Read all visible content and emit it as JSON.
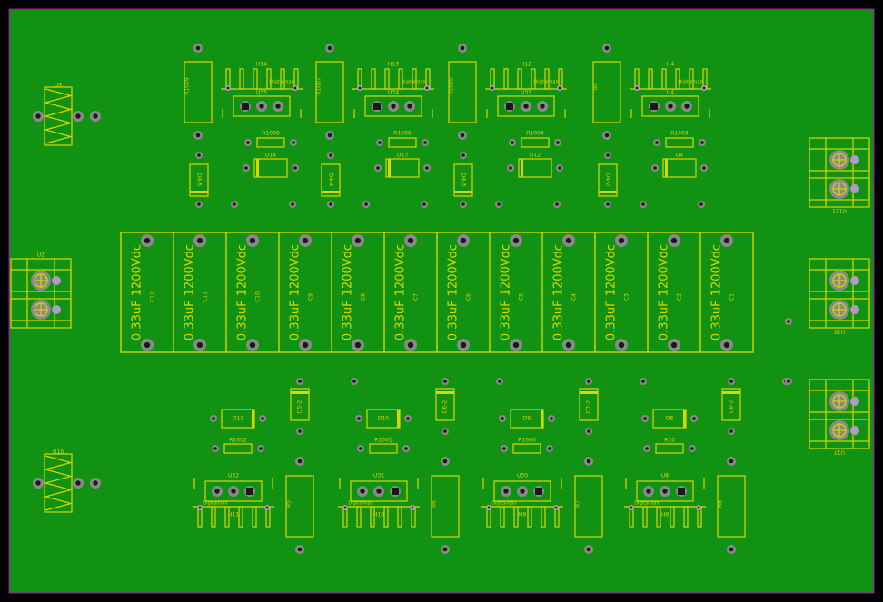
{
  "colors": {
    "board": "#129212",
    "silk": "#d8d800",
    "background": "#000000",
    "outline": "#c000c0"
  },
  "capacitors": [
    {
      "ref": "C12",
      "value": "0.33uF 1200Vdc"
    },
    {
      "ref": "C11",
      "value": "0.33uF 1200Vdc"
    },
    {
      "ref": "C10",
      "value": "0.33uF 1200Vdc"
    },
    {
      "ref": "C9",
      "value": "0.33uF 1200Vdc"
    },
    {
      "ref": "C8",
      "value": "0.33uF 1200Vdc"
    },
    {
      "ref": "C7",
      "value": "0.33uF 1200Vdc"
    },
    {
      "ref": "C6",
      "value": "0.33uF 1200Vdc"
    },
    {
      "ref": "C5",
      "value": "0.33uF 1200Vdc"
    },
    {
      "ref": "C4",
      "value": "0.33uF 1200Vdc"
    },
    {
      "ref": "C3",
      "value": "0.33uF 1200Vdc"
    },
    {
      "ref": "C2",
      "value": "0.33uF 1200Vdc"
    },
    {
      "ref": "C1",
      "value": "0.33uF 1200Vdc"
    }
  ],
  "top_groups": [
    {
      "heatsink": "H14",
      "transistor": "U35",
      "resistor_big": "R1009",
      "resistor_small": "R1008",
      "diode": "D14",
      "zener": "D4-5",
      "brand": "Digitalman"
    },
    {
      "heatsink": "H13",
      "transistor": "U34",
      "resistor_big": "R1007",
      "resistor_small": "R1006",
      "diode": "D13",
      "zener": "D4-4",
      "brand": "Digitalman"
    },
    {
      "heatsink": "H12",
      "transistor": "U33",
      "resistor_big": "R1005",
      "resistor_small": "R1004",
      "diode": "D12",
      "zener": "D4-3",
      "brand": "Digitalman"
    },
    {
      "heatsink": "H4",
      "transistor": "U4",
      "resistor_big": "R4",
      "resistor_small": "R1003",
      "diode": "D4",
      "zener": "D4-2",
      "brand": "Digitalman"
    }
  ],
  "bottom_groups": [
    {
      "heatsink": "H11",
      "transistor": "U32",
      "resistor_big": "R5",
      "resistor_small": "R1002",
      "diode": "D11",
      "zener": "D5-2",
      "brand": "Digitalman"
    },
    {
      "heatsink": "H10",
      "transistor": "U31",
      "resistor_big": "R6",
      "resistor_small": "R1001",
      "diode": "D10",
      "zener": "D6-2",
      "brand": "Digitalman"
    },
    {
      "heatsink": "H9",
      "transistor": "U30",
      "resistor_big": "R7",
      "resistor_small": "R1000",
      "diode": "D9",
      "zener": "D7-2",
      "brand": "Digitalman"
    },
    {
      "heatsink": "H8",
      "transistor": "U8",
      "resistor_big": "R8",
      "resistor_small": "R10",
      "diode": "D8",
      "zener": "D8-2",
      "brand": "Digitalman"
    }
  ],
  "left_parts": {
    "coil_top": "U9",
    "connector": "U2",
    "coil_bottom": "U10"
  },
  "right_connectors": [
    "U111",
    "U16",
    "U17"
  ]
}
